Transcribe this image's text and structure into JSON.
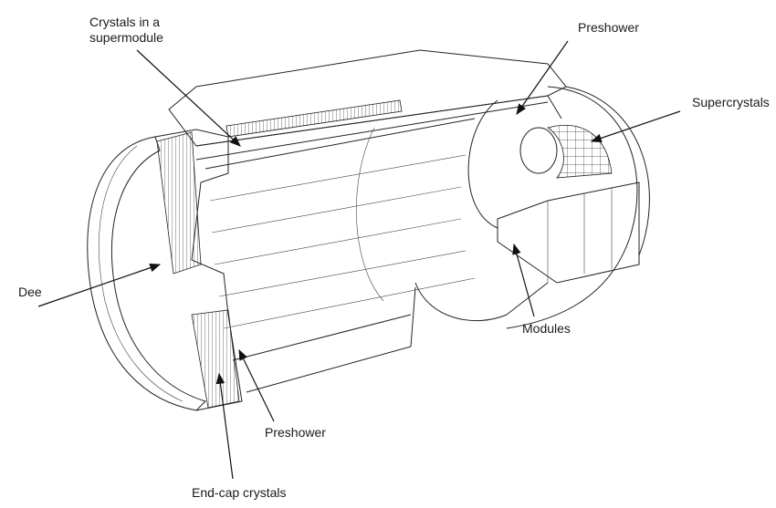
{
  "labels": {
    "crystals_supermodule_line1": "Crystals in a",
    "crystals_supermodule_line2": "supermodule",
    "preshower_top": "Preshower",
    "supercrystals": "Supercrystals",
    "dee": "Dee",
    "modules": "Modules",
    "preshower_bottom": "Preshower",
    "endcap_crystals": "End-cap crystals"
  }
}
